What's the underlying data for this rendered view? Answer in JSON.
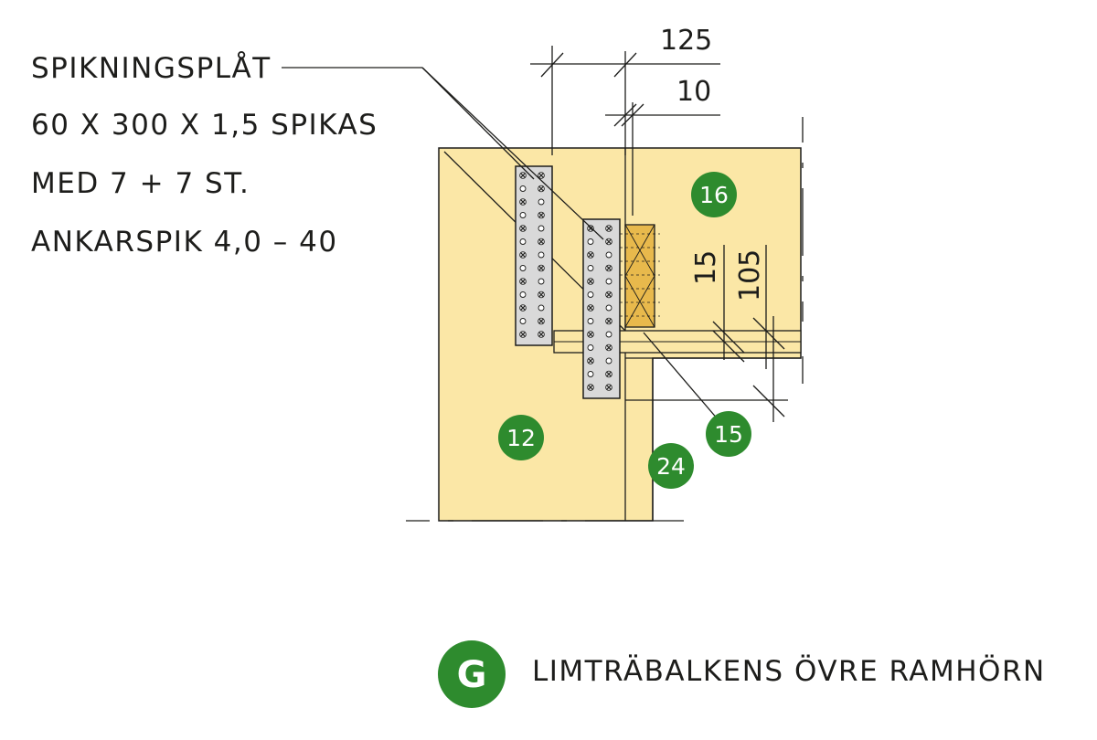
{
  "note": {
    "lines": [
      "SPIKNINGSPLÅT",
      "60 X 300 X 1,5 SPIKAS",
      "MED 7 + 7 ST.",
      "ANKARSPIK 4,0 – 40"
    ]
  },
  "dimensions": {
    "d125": "125",
    "d10": "10",
    "d15": "15",
    "d105": "105"
  },
  "badges": {
    "b16": "16",
    "b12": "12",
    "b15": "15",
    "b24": "24"
  },
  "caption": {
    "letter": "G",
    "text": "LIMTRÄBALKENS ÖVRE RAMHÖRN"
  },
  "colors": {
    "wood": "#fbe7a6",
    "wood_dark": "#e8b94c",
    "plate": "#d9d9d9",
    "line": "#1d1d1b",
    "badge": "#2e8b2e"
  }
}
